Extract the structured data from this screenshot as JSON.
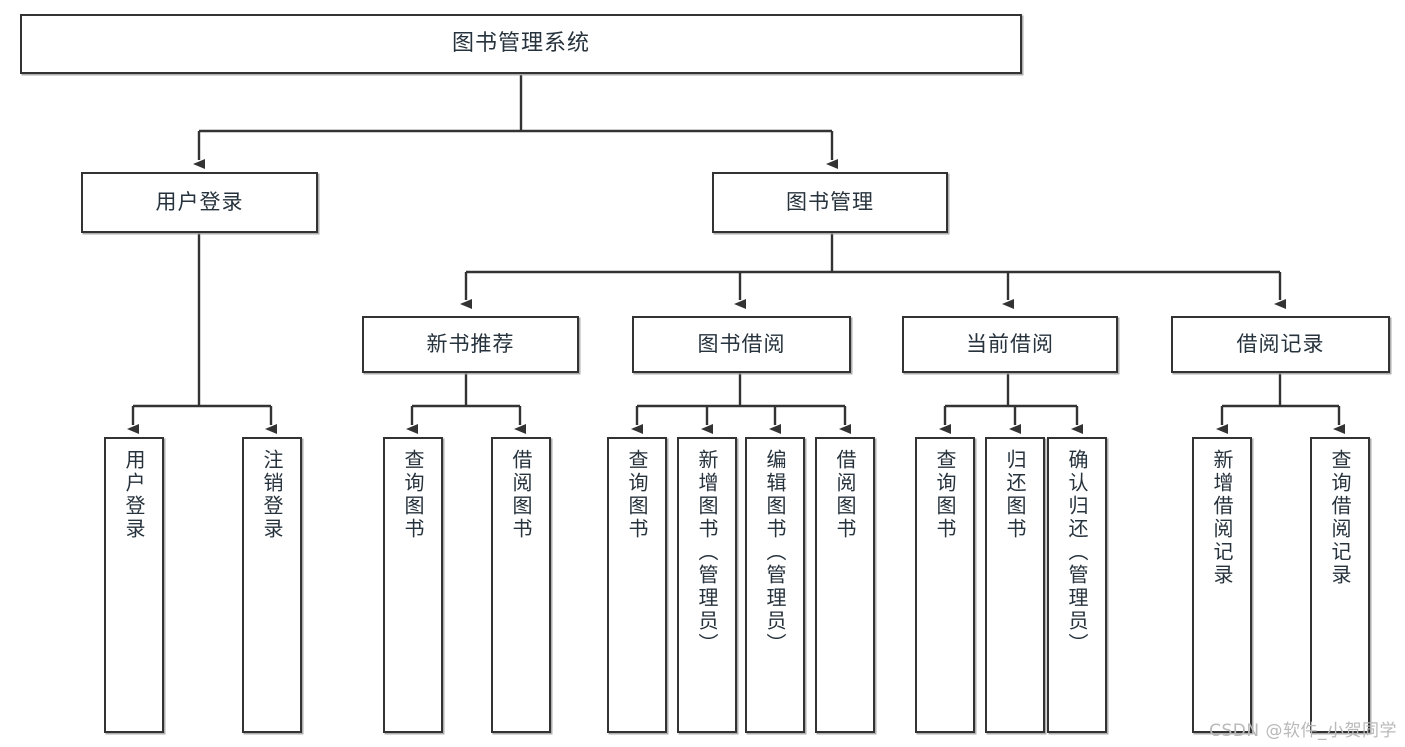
{
  "diagram": {
    "type": "tree",
    "title": "图书管理系统",
    "orientation": "top-down",
    "colors": {
      "box_border": "#333333",
      "box_fill": "#ffffff",
      "connector": "#333333",
      "text": "#26323c",
      "background": "#ffffff",
      "watermark": "#b9b9b9"
    },
    "root": {
      "label": "图书管理系统"
    },
    "level1": [
      {
        "label": "用户登录"
      },
      {
        "label": "图书管理"
      }
    ],
    "level2": [
      {
        "label": "新书推荐"
      },
      {
        "label": "图书借阅"
      },
      {
        "label": "当前借阅"
      },
      {
        "label": "借阅记录"
      }
    ],
    "leaves": {
      "user_login": [
        {
          "label": "用户登录"
        },
        {
          "label": "注销登录"
        }
      ],
      "new_book_recommend": [
        {
          "label": "查询图书"
        },
        {
          "label": "借阅图书"
        }
      ],
      "book_borrow": [
        {
          "label": "查询图书"
        },
        {
          "label": "新增图书（管理员）"
        },
        {
          "label": "编辑图书（管理员）"
        },
        {
          "label": "借阅图书"
        }
      ],
      "current_borrow": [
        {
          "label": "查询图书"
        },
        {
          "label": "归还图书"
        },
        {
          "label": "确认归还（管理员）"
        }
      ],
      "borrow_record": [
        {
          "label": "新增借阅记录"
        },
        {
          "label": "查询借阅记录"
        }
      ]
    }
  },
  "watermark": {
    "text": "CSDN @软件_小贺同学"
  }
}
